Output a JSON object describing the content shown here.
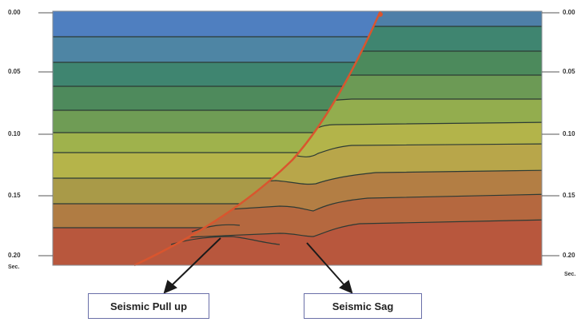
{
  "axis": {
    "left_ticks": [
      "0.00",
      "0.05",
      "0.10",
      "0.15",
      "0.20"
    ],
    "right_ticks": [
      "0.00",
      "0.05",
      "0.10",
      "0.15",
      "0.20"
    ],
    "unit_left": "Sec.",
    "unit_right": "Sec."
  },
  "labels": {
    "pull_up": "Seismic Pull up",
    "sag": "Seismic Sag"
  },
  "colors": {
    "fault": "#d9552e",
    "arrow": "#1a1a1a",
    "callout_border": "#6a6fa8"
  }
}
